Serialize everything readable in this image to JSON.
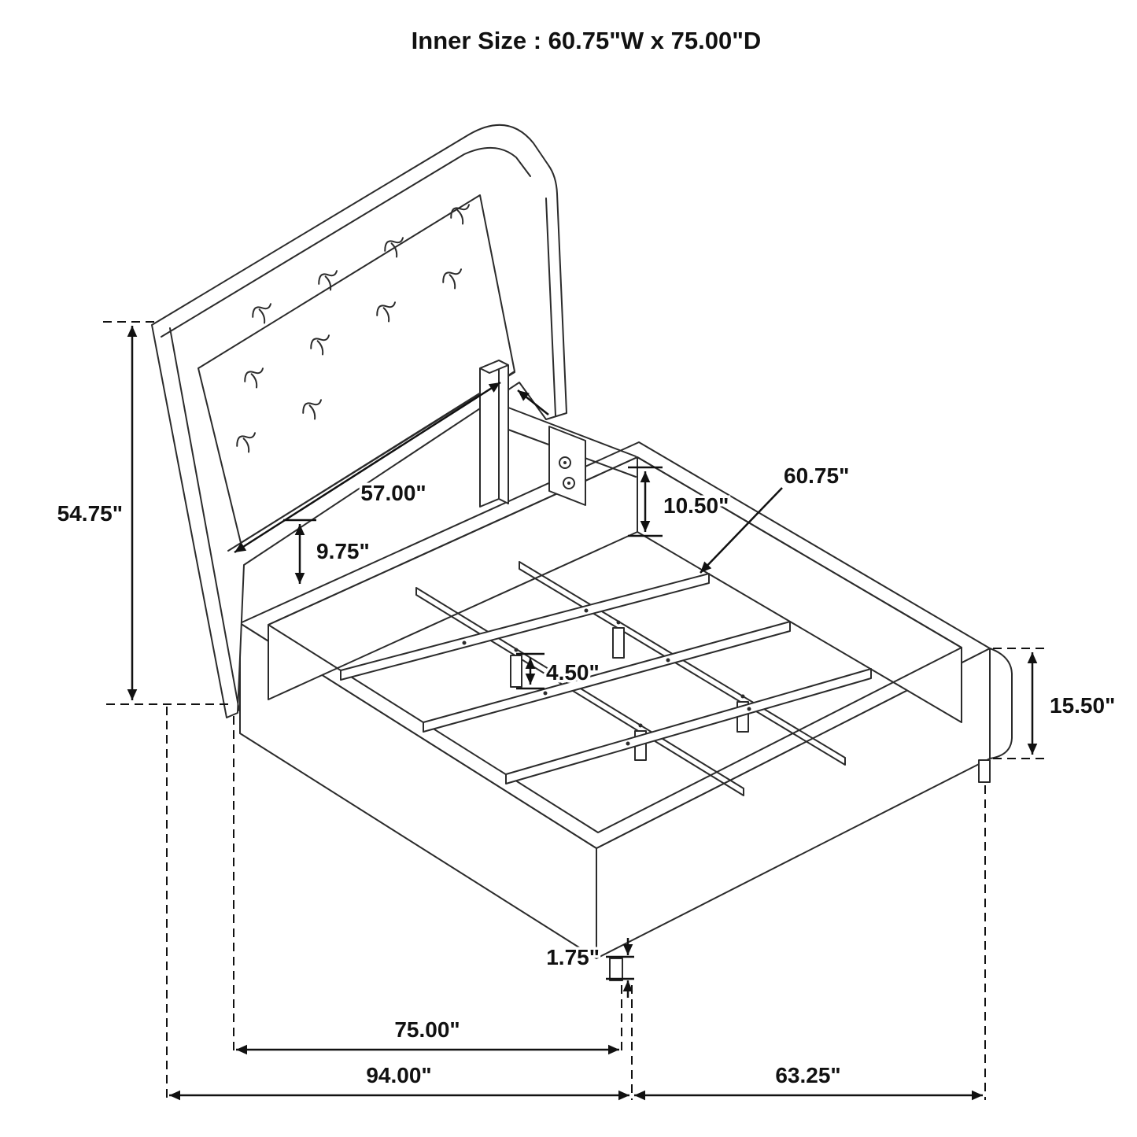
{
  "title": "Inner Size : 60.75\"W x 75.00\"D",
  "colors": {
    "line": "#2b2b2b",
    "dimension": "#111111",
    "background": "#ffffff"
  },
  "dimensions": {
    "headboard_height": "54.75\"",
    "headboard_width": "57.00\"",
    "headboard_to_slat": "9.75\"",
    "rail_inner_height": "10.50\"",
    "slat_length": "60.75\"",
    "support_leg_height": "4.50\"",
    "footboard_height": "15.50\"",
    "foot_leg_height": "1.75\"",
    "inner_depth": "75.00\"",
    "overall_depth": "94.00\"",
    "overall_width": "63.25\""
  }
}
